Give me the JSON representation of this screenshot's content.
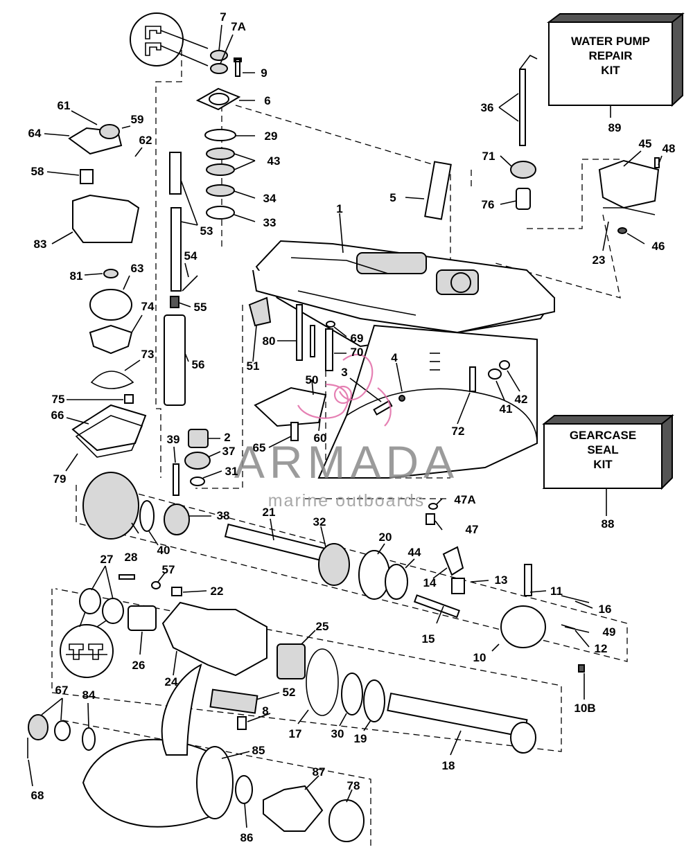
{
  "kit_boxes": {
    "water_pump": [
      "WATER PUMP",
      "REPAIR",
      "KIT"
    ],
    "gearcase_seal": [
      "GEARCASE",
      "SEAL",
      "KIT"
    ]
  },
  "watermark": {
    "brand": "ARMADA",
    "tagline": "marine outboards",
    "logo_color": "#e16aa6"
  },
  "labels": [
    "7",
    "7A",
    "9",
    "6",
    "29",
    "43",
    "34",
    "33",
    "53",
    "54",
    "55",
    "56",
    "61",
    "59",
    "64",
    "62",
    "58",
    "83",
    "81",
    "63",
    "74",
    "73",
    "75",
    "66",
    "79",
    "39",
    "2",
    "37",
    "31",
    "38",
    "40",
    "21",
    "32",
    "20",
    "44",
    "14",
    "13",
    "11",
    "16",
    "49",
    "12",
    "10",
    "10B",
    "15",
    "1",
    "5",
    "36",
    "71",
    "76",
    "89",
    "45",
    "48",
    "23",
    "46",
    "51",
    "80",
    "69",
    "70",
    "50",
    "3",
    "4",
    "72",
    "41",
    "42",
    "65",
    "60",
    "47A",
    "47",
    "88",
    "27",
    "28",
    "57",
    "22",
    "26",
    "24",
    "25",
    "52",
    "8",
    "17",
    "30",
    "19",
    "18",
    "67",
    "84",
    "68",
    "85",
    "86",
    "87",
    "78"
  ]
}
